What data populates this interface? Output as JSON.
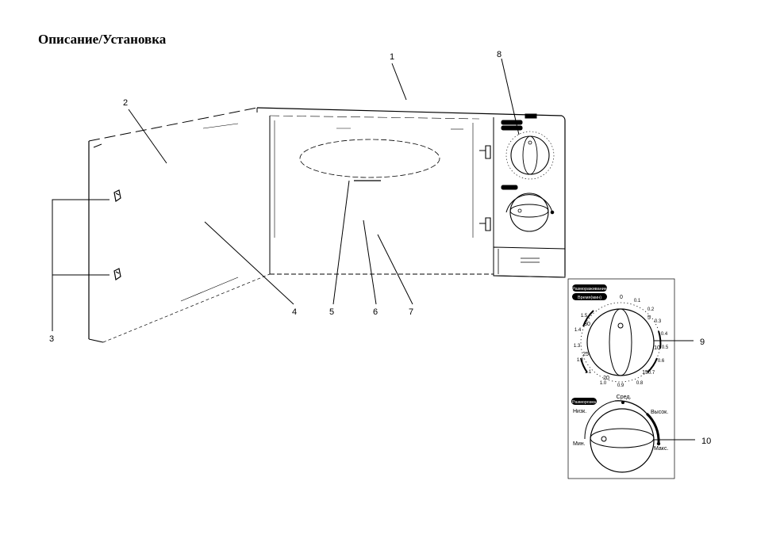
{
  "page": {
    "title": "Описание/Установка"
  },
  "callouts": [
    "1",
    "2",
    "3",
    "4",
    "5",
    "6",
    "7",
    "8",
    "9",
    "10"
  ],
  "timer_dial": {
    "defrost_badge": "Размораживание",
    "time_badge": "Время(мин)",
    "outer_ticks": [
      "0",
      "0.1",
      "0.2",
      "0.3",
      "0.4",
      "0.5",
      "0.6",
      "0.7",
      "0.8",
      "0.9",
      "1.0",
      "1.1",
      "1.2",
      "1.3",
      "1.4",
      "1.5"
    ],
    "inner_ticks": [
      "5",
      "10",
      "15",
      "20",
      "25",
      "30"
    ]
  },
  "power_dial": {
    "defrost_badge": "Разморозка",
    "labels": {
      "low": "Низк.",
      "medium": "Сред.",
      "high": "Высок.",
      "min": "Мин.",
      "max": "Макс."
    }
  }
}
